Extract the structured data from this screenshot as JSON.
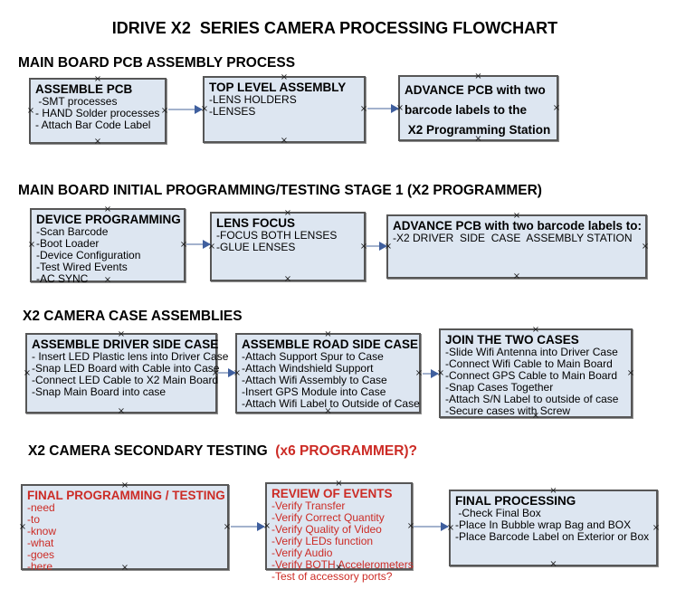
{
  "title": "IDRIVE X2  SERIES CAMERA PROCESSING FLOWCHART",
  "marker_glyph": "×",
  "colors": {
    "box_fill": "#dde6f1",
    "box_border": "#565656",
    "red": "#cc2b25",
    "arrow_line": "#a3b2cd",
    "arrow_head": "#3f5f9e",
    "marker": "#1a1a1a"
  },
  "sections": [
    {
      "header": "MAIN BOARD PCB ASSEMBLY PROCESS",
      "header_suffix": "",
      "boxes": [
        {
          "title": "ASSEMBLE PCB",
          "items": [
            " -SMT processes",
            "- HAND Solder processes",
            "- Attach Bar Code Label"
          ]
        },
        {
          "title": "TOP LEVEL ASSEMBLY",
          "items": [
            "-LENS HOLDERS",
            "-LENSES"
          ]
        },
        {
          "title": "ADVANCE PCB with two\nbarcode labels to the\n X2 Programming Station",
          "items": []
        }
      ]
    },
    {
      "header": "MAIN BOARD INITIAL PROGRAMMING/TESTING STAGE 1 (X2 PROGRAMMER)",
      "header_suffix": "",
      "boxes": [
        {
          "title": "DEVICE PROGRAMMING",
          "items": [
            "-Scan Barcode",
            "-Boot Loader",
            "-Device Configuration",
            "-Test Wired Events",
            "-AC SYNC"
          ]
        },
        {
          "title": "LENS FOCUS",
          "items": [
            "-FOCUS BOTH LENSES",
            "-GLUE LENSES"
          ]
        },
        {
          "title": "ADVANCE PCB with two barcode labels to:",
          "items": [
            "-X2 DRIVER  SIDE  CASE  ASSEMBLY STATION"
          ]
        }
      ]
    },
    {
      "header": "X2 CAMERA CASE ASSEMBLIES",
      "header_suffix": "",
      "boxes": [
        {
          "title": "ASSEMBLE DRIVER SIDE CASE",
          "items": [
            "- Insert LED Plastic lens into Driver Case",
            "-Snap LED Board with Cable into Case",
            "-Connect LED Cable to X2 Main Board",
            "-Snap Main Board into case"
          ]
        },
        {
          "title": "ASSEMBLE ROAD SIDE CASE",
          "items": [
            "-Attach Support Spur to Case",
            "-Attach Windshield Support",
            "-Attach Wifi Assembly to Case",
            "-Insert GPS Module into Case",
            "-Attach Wifi Label to Outside of Case"
          ]
        },
        {
          "title": "JOIN THE TWO CASES",
          "items": [
            "-Slide Wifi Antenna into Driver Case",
            "-Connect Wifi Cable to Main Board",
            "-Connect GPS Cable to Main Board",
            "-Snap Cases Together",
            "-Attach S/N Label to outside of case",
            "-Secure cases with Screw"
          ]
        }
      ]
    },
    {
      "header": "X2 CAMERA SECONDARY TESTING",
      "header_suffix": "  (x6 PROGRAMMER)?",
      "boxes": [
        {
          "title": "FINAL PROGRAMMING / TESTING",
          "items": [
            "-need",
            "-to",
            "-know",
            "-what",
            "-goes",
            "-here"
          ]
        },
        {
          "title": "REVIEW OF EVENTS",
          "items": [
            "-Verify Transfer",
            "-Verify Correct Quantity",
            "-Verify Quality of Video",
            "-Verify LEDs function",
            "-Verify Audio",
            "-Verify BOTH Accelerometers",
            "-Test of accessory ports?"
          ]
        },
        {
          "title": "FINAL PROCESSING",
          "items": [
            " -Check Final Box",
            "-Place In Bubble wrap Bag and BOX",
            "-Place Barcode Label on Exterior or Box"
          ]
        }
      ]
    }
  ]
}
